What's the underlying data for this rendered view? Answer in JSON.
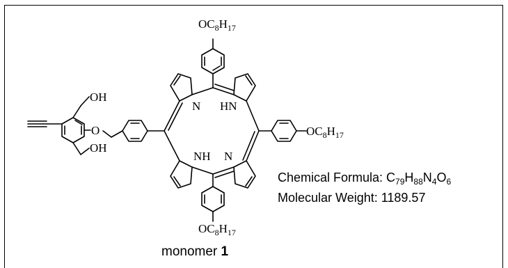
{
  "labels": {
    "octyloxy_prefix": "OC",
    "octyloxy_sub1": "8",
    "octyloxy_h": "H",
    "octyloxy_sub2": "17",
    "oh": "OH",
    "ether_o": "O",
    "pyrrole_n": "N",
    "pyrrole_nh_top": "HN",
    "pyrrole_nh_bottom": "NH"
  },
  "properties": {
    "formula_label": "Chemical Formula: C",
    "formula_c": "79",
    "formula_h_letter": "H",
    "formula_h": "88",
    "formula_n_letter": "N",
    "formula_n": "4",
    "formula_o_letter": "O",
    "formula_o": "6",
    "weight_label": "Molecular Weight: 1189.57"
  },
  "caption": {
    "prefix": "monomer ",
    "number": "1"
  }
}
